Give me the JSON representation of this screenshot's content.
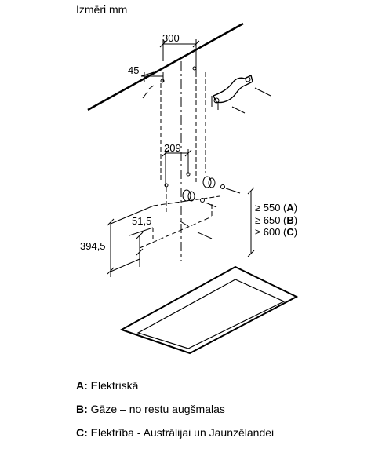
{
  "title": "Izmēri mm",
  "dimensions": {
    "top_width": "300",
    "top_offset": "45",
    "mid_width": "209",
    "offset_vertical": "51,5",
    "height": "394,5"
  },
  "clearances": [
    {
      "prefix": "≥ 550 (",
      "letter": "A",
      "suffix": ")"
    },
    {
      "prefix": "≥ 650 (",
      "letter": "B",
      "suffix": ")"
    },
    {
      "prefix": "≥ 600 (",
      "letter": "C",
      "suffix": ")"
    }
  ],
  "legend": [
    {
      "key": "A:",
      "text": " Elektriskā"
    },
    {
      "key": "B:",
      "text": " Gāze – no restu augšmalas"
    },
    {
      "key": "C:",
      "text": " Elektrība - Austrālijai un Jaunzēlandei"
    }
  ]
}
